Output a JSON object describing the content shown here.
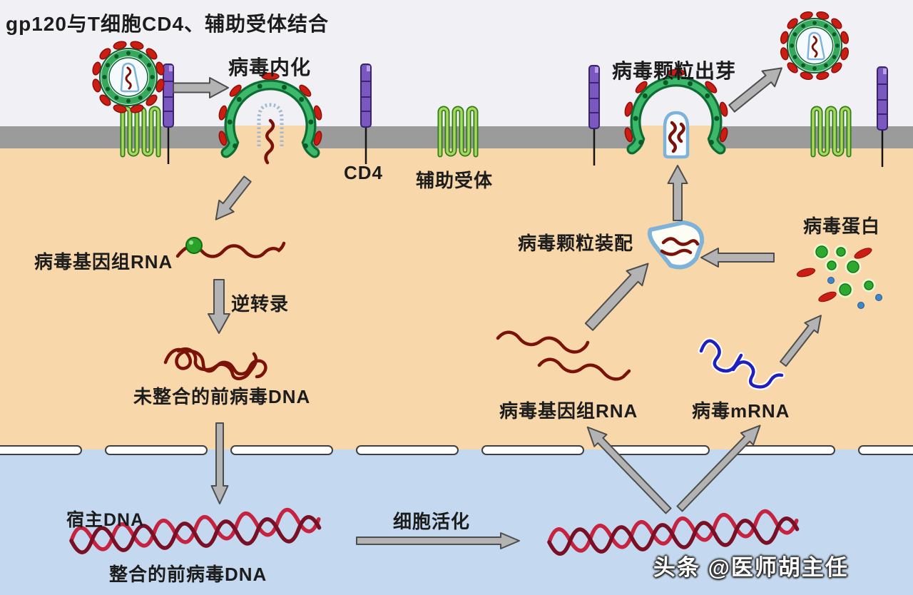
{
  "title": "gp120与T细胞CD4、辅助受体结合",
  "labels": {
    "internalization": "病毒内化",
    "cd4": "CD4",
    "coreceptor": "辅助受体",
    "budding": "病毒颗粒出芽",
    "genome_rna_left": "病毒基因组RNA",
    "reverse_transcription": "逆转录",
    "unintegrated_dna": "未整合的前病毒DNA",
    "assembly": "病毒颗粒装配",
    "viral_protein": "病毒蛋白",
    "genome_rna_center": "病毒基因组RNA",
    "viral_mrna": "病毒mRNA",
    "host_dna": "宿主DNA",
    "integrated_dna": "整合的前病毒DNA",
    "cell_activation": "细胞活化",
    "watermark": "头条 @医师胡主任"
  },
  "colors": {
    "extracellular": "#f1f0f4",
    "membrane": "#9b9b9b",
    "cytoplasm": "#f8d8ab",
    "nucleus": "#c4d9ef",
    "text": "#1c1c1c",
    "arrow": "#b3b3b3",
    "arrow_outline": "#4d4d4d",
    "virus_green": "#35a85c",
    "spike_red": "#cc1d15",
    "capsid_blue": "#7fb2d9",
    "rna_dark_red": "#7a1208",
    "mrna_blue": "#1f1fbe",
    "dna_red": "#c62340",
    "dna_dark": "#7a1025",
    "receptor_purple": "#7b57c0",
    "coreceptor_green": "#a8d95e",
    "protein_green": "#2ea82e",
    "protein_blue": "#3f86c8"
  }
}
